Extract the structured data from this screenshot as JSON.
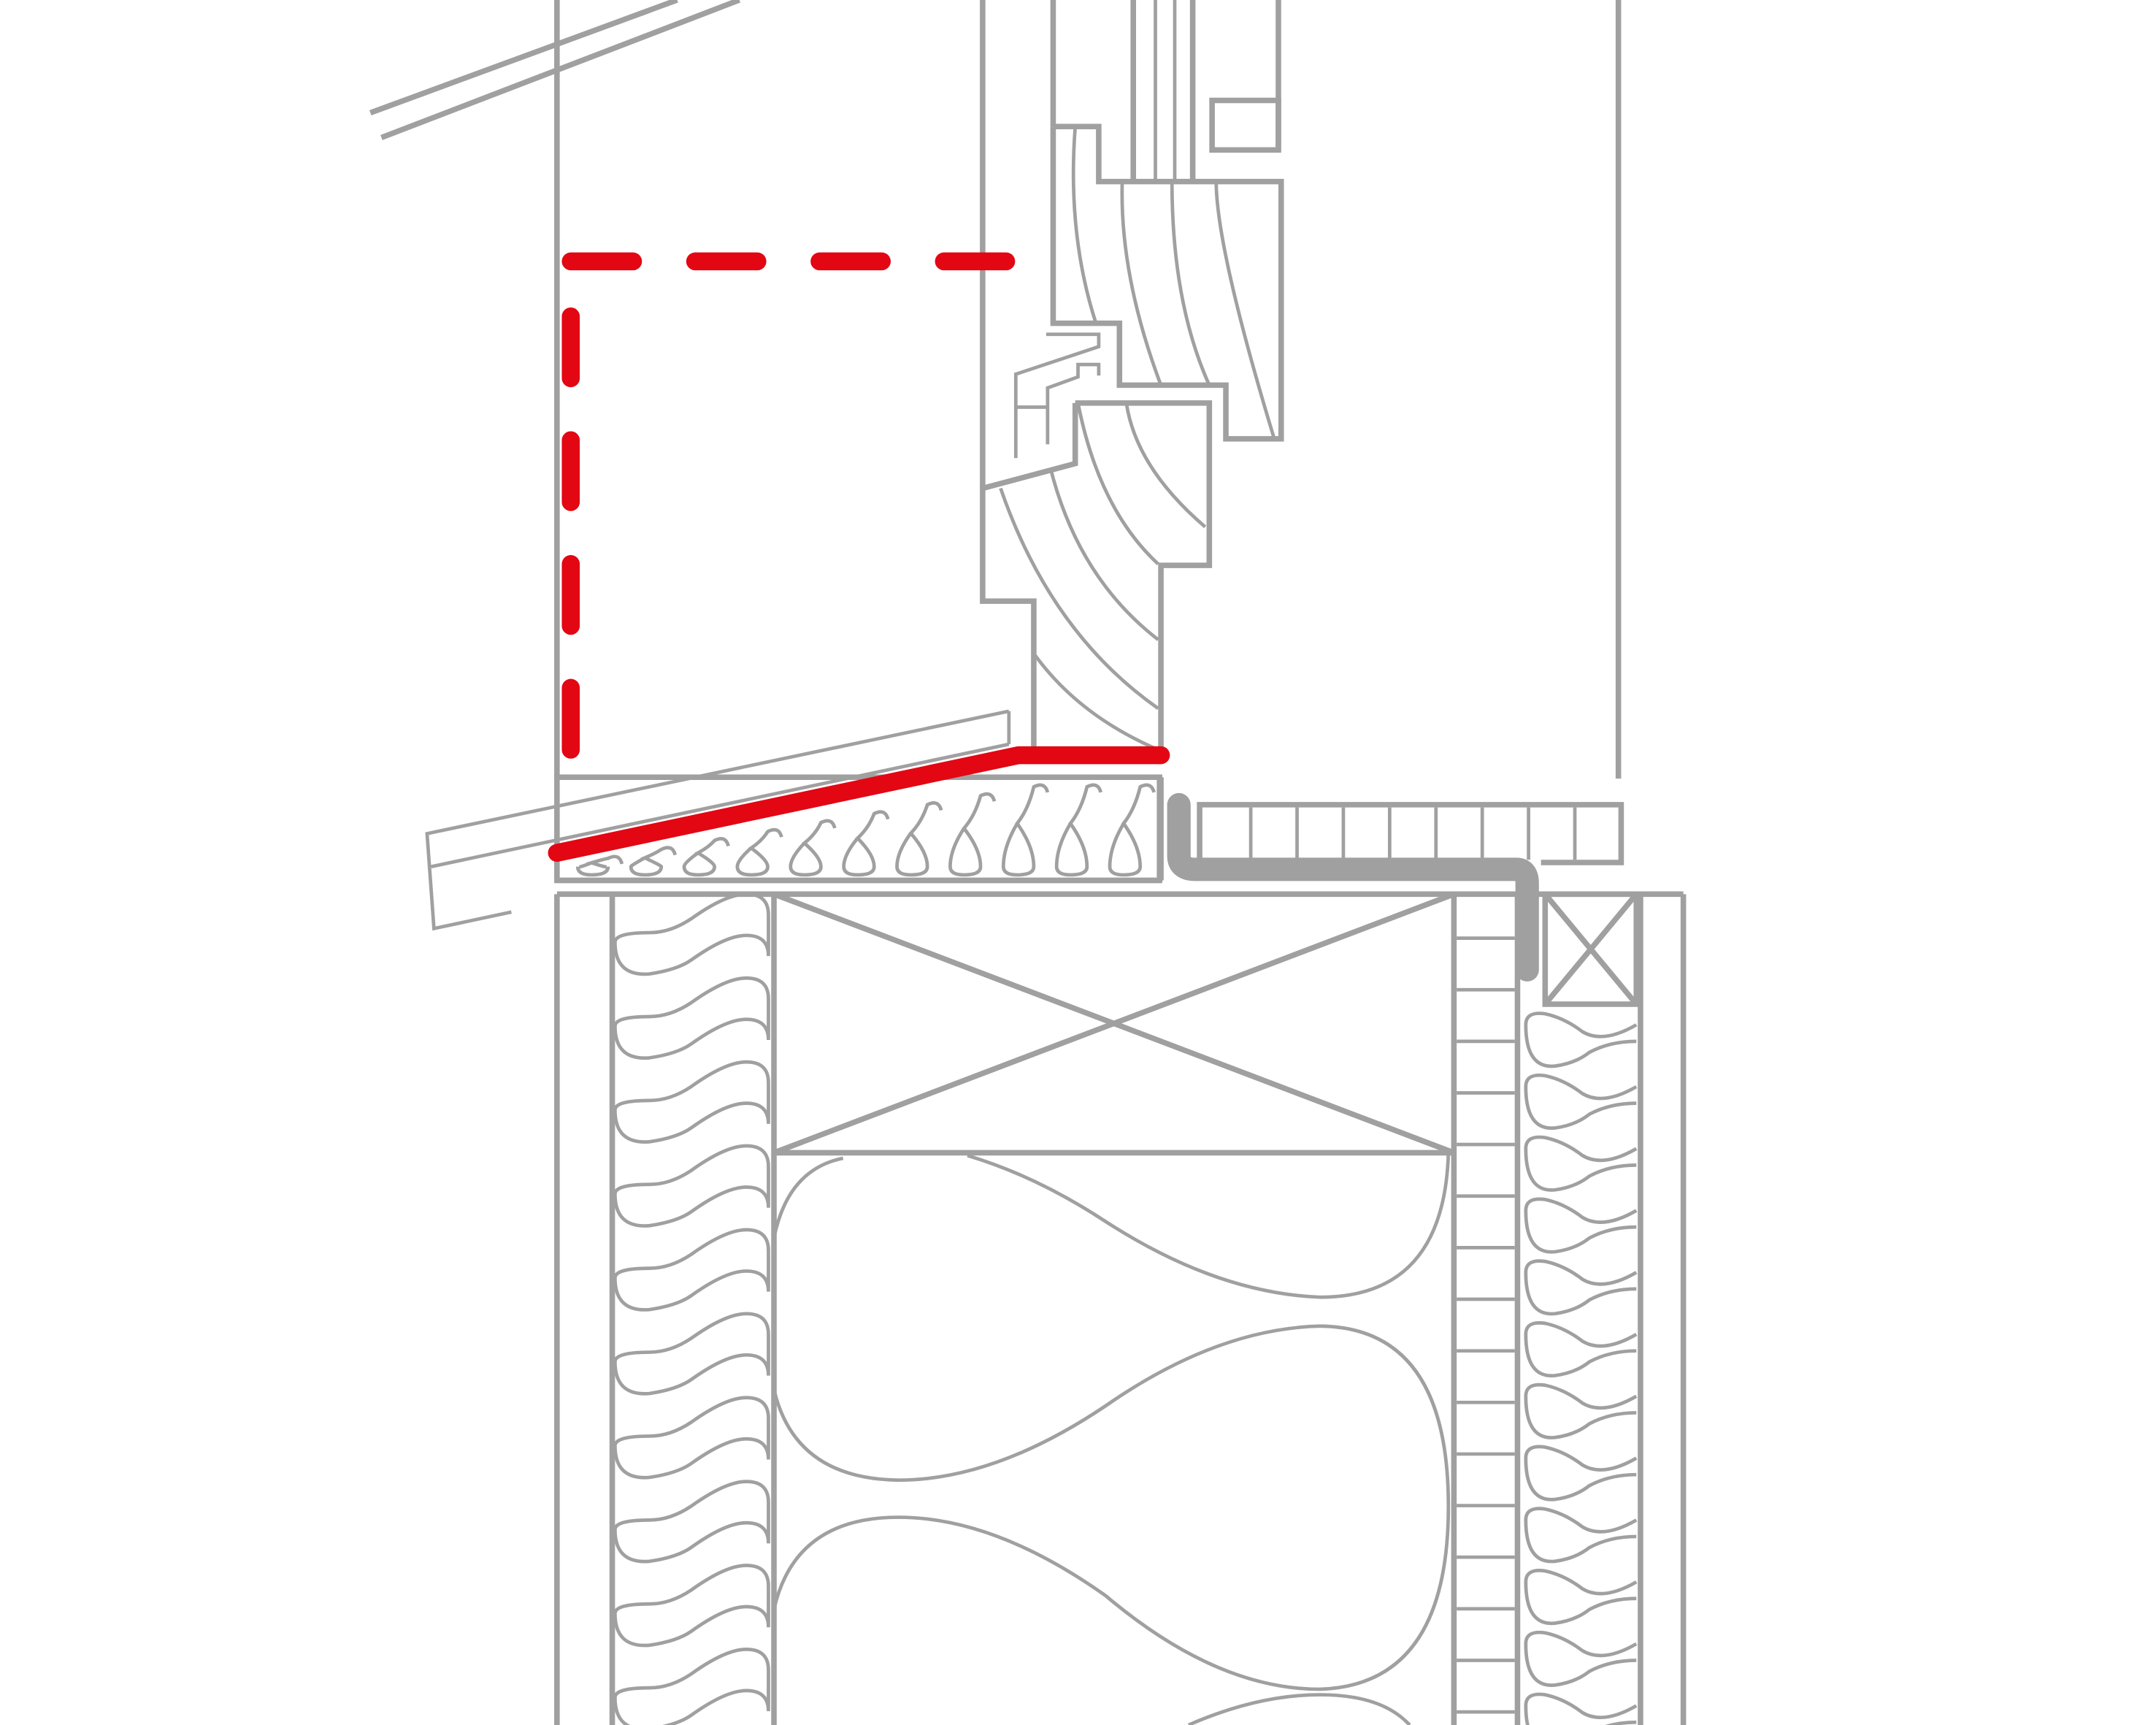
{
  "colors": {
    "line": "#a0a0a0",
    "highlight": "#e30613",
    "background": "#ffffff"
  },
  "diagram": {
    "type": "construction-detail",
    "elements": [
      "roof",
      "window-frame",
      "window-sill",
      "sill-insulation",
      "membrane",
      "wall-frame",
      "wall-insulation",
      "air-barrier-line",
      "install-zone-dashed"
    ]
  }
}
